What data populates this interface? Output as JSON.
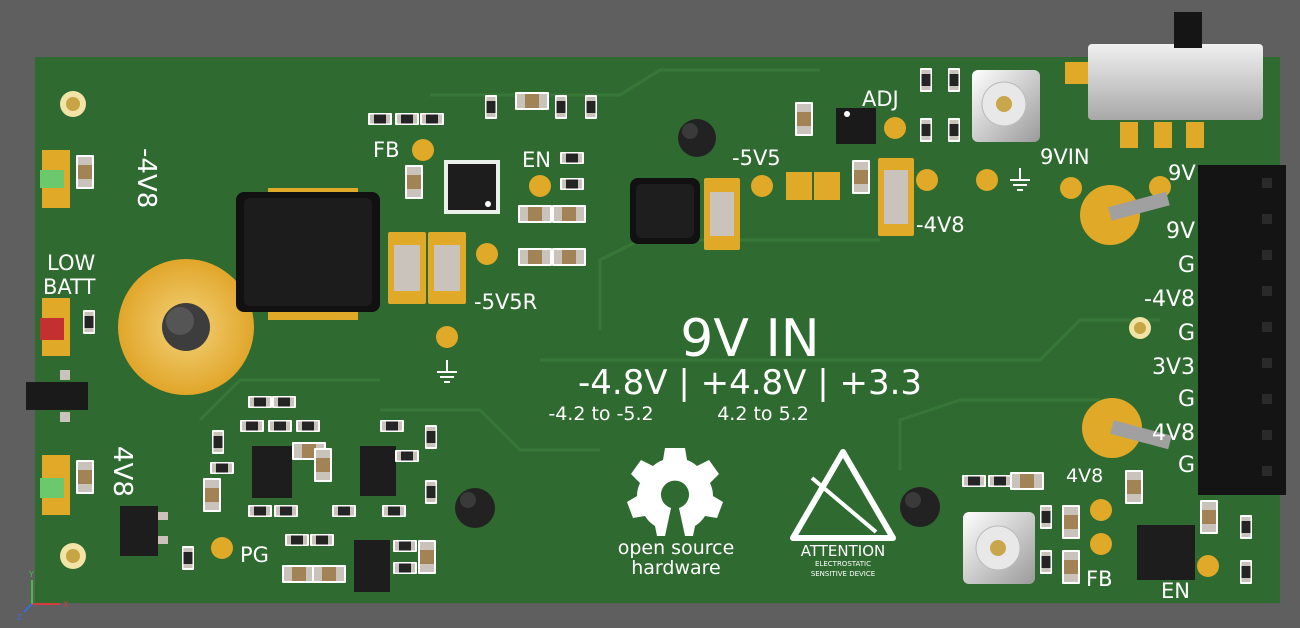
{
  "board": {
    "title": "9V IN",
    "rails_line": "-4.8V | +4.8V | +3.3",
    "range_neg": "-4.2 to -5.2",
    "range_pos": "4.2 to 5.2"
  },
  "silkscreen": {
    "fb_top": "FB",
    "en_top": "EN",
    "minus_5v5": "-5V5",
    "minus_5v5r": "-5V5R",
    "adj": "ADJ",
    "nine_vin": "9VIN",
    "nine_v_top": "9V",
    "minus_4v8_mid": "-4V8",
    "minus_4v8_left": "-4V8",
    "low_batt_1": "LOW",
    "low_batt_2": "BATT",
    "four_v8_left": "4V8",
    "pg": "PG",
    "four_v8_bottom": "4V8",
    "fb_bottom": "FB",
    "en_bottom": "EN"
  },
  "header_pins": [
    "9V",
    "G",
    "-4V8",
    "G",
    "3V3",
    "G",
    "4V8",
    "G"
  ],
  "logos": {
    "oshw_line1": "open source",
    "oshw_line2": "hardware",
    "esd_line1": "ATTENTION",
    "esd_line2": "ELECTROSTATIC",
    "esd_line3": "SENSITIVE DEVICE"
  },
  "axes": {
    "x": "X",
    "y": "Y",
    "z": "Z"
  },
  "colors": {
    "pcb": "#2f6b30",
    "pcb_dark": "#255a27",
    "pad": "#e0a928",
    "silk": "#ffffff",
    "background": "#5f5f5f"
  }
}
